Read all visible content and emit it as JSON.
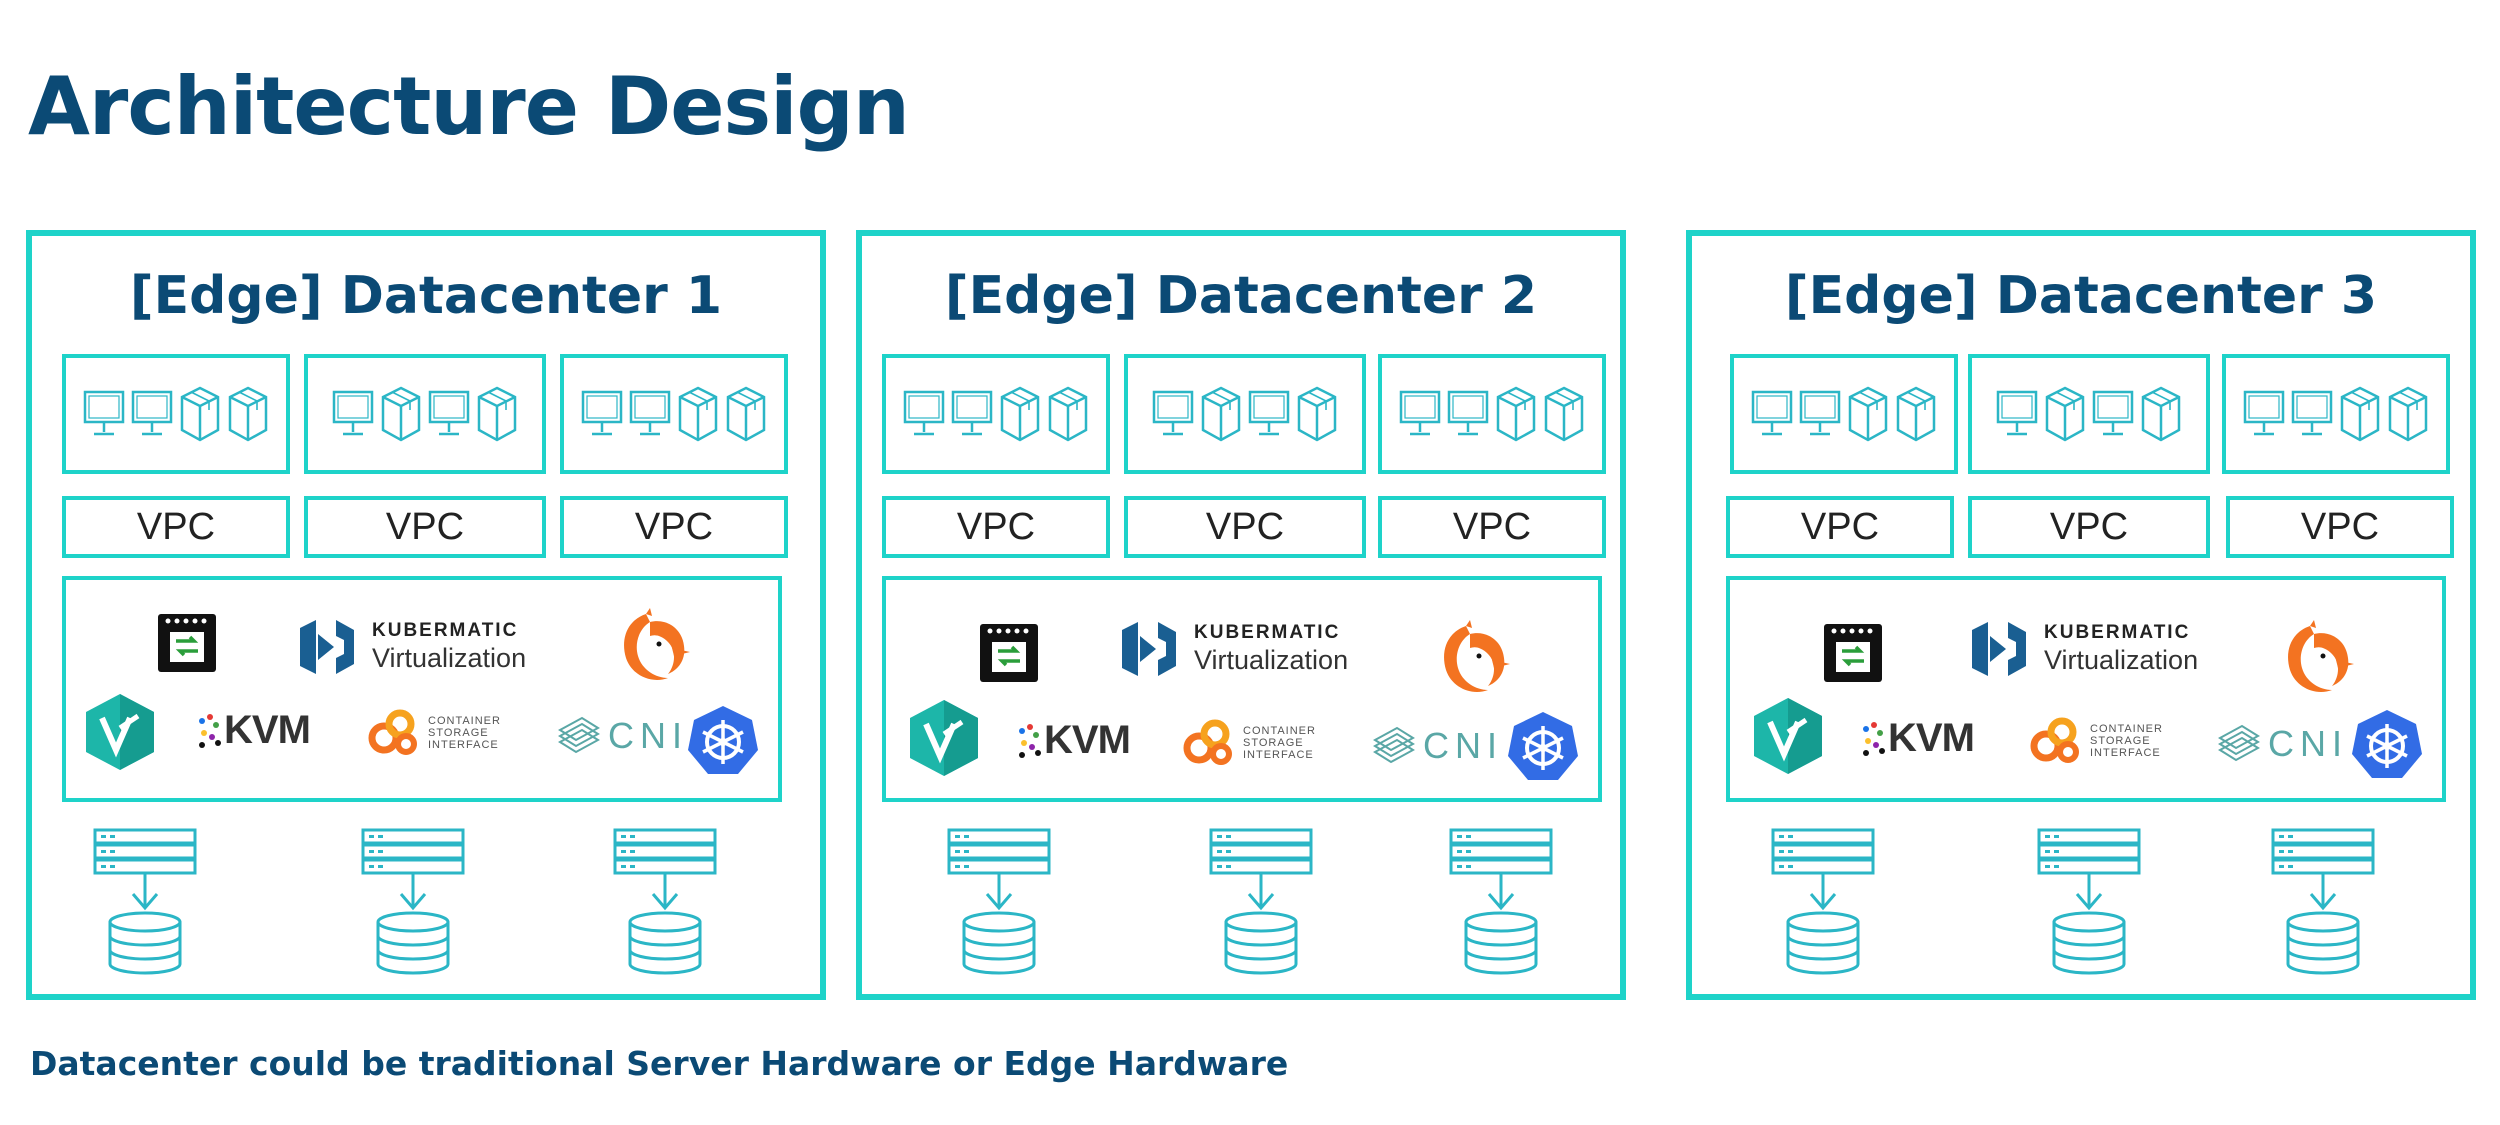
{
  "page": {
    "title": "Architecture Design",
    "footnote": "Datacenter could be traditional Server Hardware or Edge Hardware"
  },
  "datacenters": [
    {
      "title": "[Edge] Datacenter 1",
      "vpcs": [
        "VPC",
        "VPC",
        "VPC"
      ]
    },
    {
      "title": "[Edge] Datacenter 2",
      "vpcs": [
        "VPC",
        "VPC",
        "VPC"
      ]
    },
    {
      "title": "[Edge] Datacenter 3",
      "vpcs": [
        "VPC",
        "VPC",
        "VPC"
      ]
    }
  ],
  "stack": {
    "kubermatic_top": "KUBERMATIC",
    "kubermatic_bottom": "Virtualization",
    "kvm": "KVM",
    "csi_lines": [
      "CONTAINER",
      "STORAGE",
      "INTERFACE"
    ],
    "cni": "CNI"
  },
  "colors": {
    "border": "#1ed3c9",
    "title": "#0b4a75",
    "icon_teal": "#2bb6c6",
    "orange": "#f37321",
    "kubernetes_blue": "#326ce5",
    "kubermatic_blue": "#1a5f92"
  },
  "icons": {
    "vm_row_a": [
      "monitor-icon",
      "monitor-icon",
      "box-icon",
      "box-icon"
    ],
    "vm_row_b": [
      "monitor-icon",
      "box-icon",
      "monitor-icon",
      "box-icon"
    ],
    "logos": [
      "kubevirt-console-icon",
      "kubermatic-logo",
      "orange-bird-logo",
      "vertex-hexagon-logo",
      "kvm-logo",
      "csi-logo",
      "cni-logo",
      "kubernetes-helm-icon"
    ],
    "storage": [
      "server-icon",
      "arrow-down-icon",
      "database-icon"
    ]
  }
}
